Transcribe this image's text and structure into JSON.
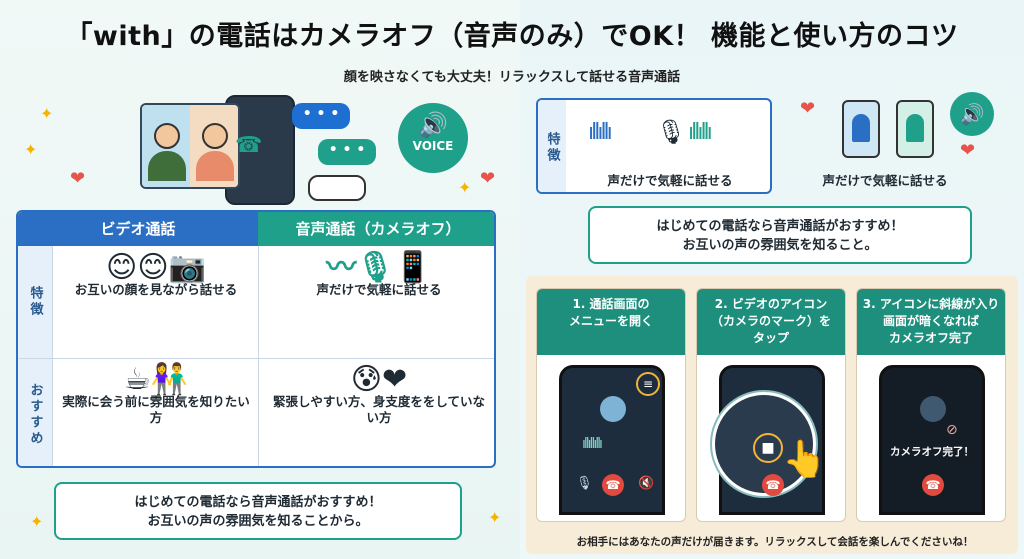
{
  "header": {
    "title": "「with」の電話はカメラオフ（音声のみ）でOK！ 機能と使い方のコツ",
    "subtitle": "顔を映さなくても大丈夫！リラックスして話せる音声通話"
  },
  "hero": {
    "voice_badge": "VOICE"
  },
  "comparison": {
    "col_video": "ビデオ通話",
    "col_voice": "音声通話（カメラオフ）",
    "row_feature": "特徴",
    "row_recommend": "おすすめ",
    "video_feature": "お互いの顔を見ながら話せる",
    "voice_feature": "声だけで気軽に話せる",
    "video_recommend": "実際に会う前に雰囲気を知りたい方",
    "voice_recommend": "緊張しやすい方、身支度ををしていない方"
  },
  "left_note": {
    "line1": "はじめての電話なら音声通話がおすすめ！",
    "line2": "お互いの声の雰囲気を知ることから。"
  },
  "right_feature": {
    "label": "特徴",
    "caption": "声だけで気軽に話せる",
    "caption2": "声だけで気軽に話せる"
  },
  "right_note": {
    "line1": "はじめての電話なら音声通話がおすすめ！",
    "line2": "お互いの声の雰囲気を知ること。"
  },
  "steps": [
    {
      "line1": "1. 通話画面の",
      "line2": "メニューを開く",
      "line3": ""
    },
    {
      "line1": "2. ビデオのアイコン",
      "line2": "（カメラのマーク）を",
      "line3": "タップ"
    },
    {
      "line1": "3. アイコンに斜線が入り",
      "line2": "画面が暗くなれば",
      "line3": "カメラオフ完了"
    }
  ],
  "step3_overlay": "カメラオフ完了！",
  "bottom_note": "お相手にはあなたの声だけが届きます。リラックスして会話を楽しんでくださいね！",
  "colors": {
    "video_blue": "#2b6fc4",
    "voice_green": "#1ea08a",
    "end_call_red": "#e04a3f"
  }
}
